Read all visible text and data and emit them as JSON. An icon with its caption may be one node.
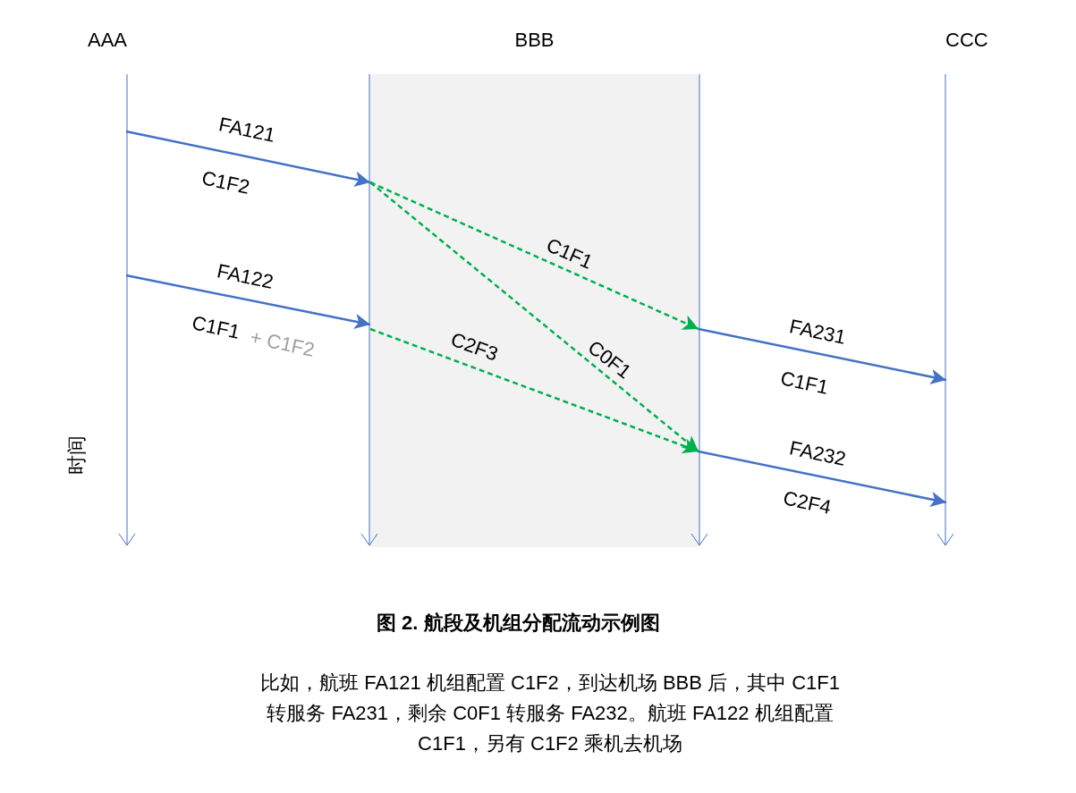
{
  "diagram": {
    "caption": "图 2. 航段及机组分配流动示例图",
    "nodes": [
      {
        "text": [
          "AAA"
        ]
      },
      {
        "text": [
          "BBB"
        ]
      },
      {
        "text": [
          "CCC"
        ]
      }
    ],
    "edges": [
      {
        "from": 0,
        "to": 1,
        "arrow": "to",
        "label": "FA121"
      },
      {
        "from": 0,
        "to": 1,
        "arrow": "to",
        "label": "FA122"
      },
      {
        "from": 1,
        "to": 1,
        "arrow": "to",
        "label": "C1F1",
        "style": "dashed",
        "color": "#00b050"
      },
      {
        "from": 1,
        "to": 1,
        "arrow": "to",
        "label": "C0F1",
        "style": "dashed",
        "color": "#00b050"
      },
      {
        "from": 1,
        "to": 1,
        "arrow": "to",
        "label": "C2F3",
        "style": "dashed",
        "color": "#00b050"
      },
      {
        "from": 1,
        "to": 2,
        "arrow": "to",
        "label": "FA231"
      },
      {
        "from": 1,
        "to": 2,
        "arrow": "to",
        "label": "FA232"
      }
    ],
    "labels": [
      "C1F2",
      "C1F1",
      "+ C1F2",
      "C1F1",
      "C2F4",
      "时间",
      "比如，航班 FA121 机组配置 C1F2，到达机场 BBB 后，其中 C1F1 转服务 FA231，剩余 C0F1 转服务 FA232。航班 FA122 机组配置 C1F1，另有 C1F2 乘机去机场"
    ]
  }
}
